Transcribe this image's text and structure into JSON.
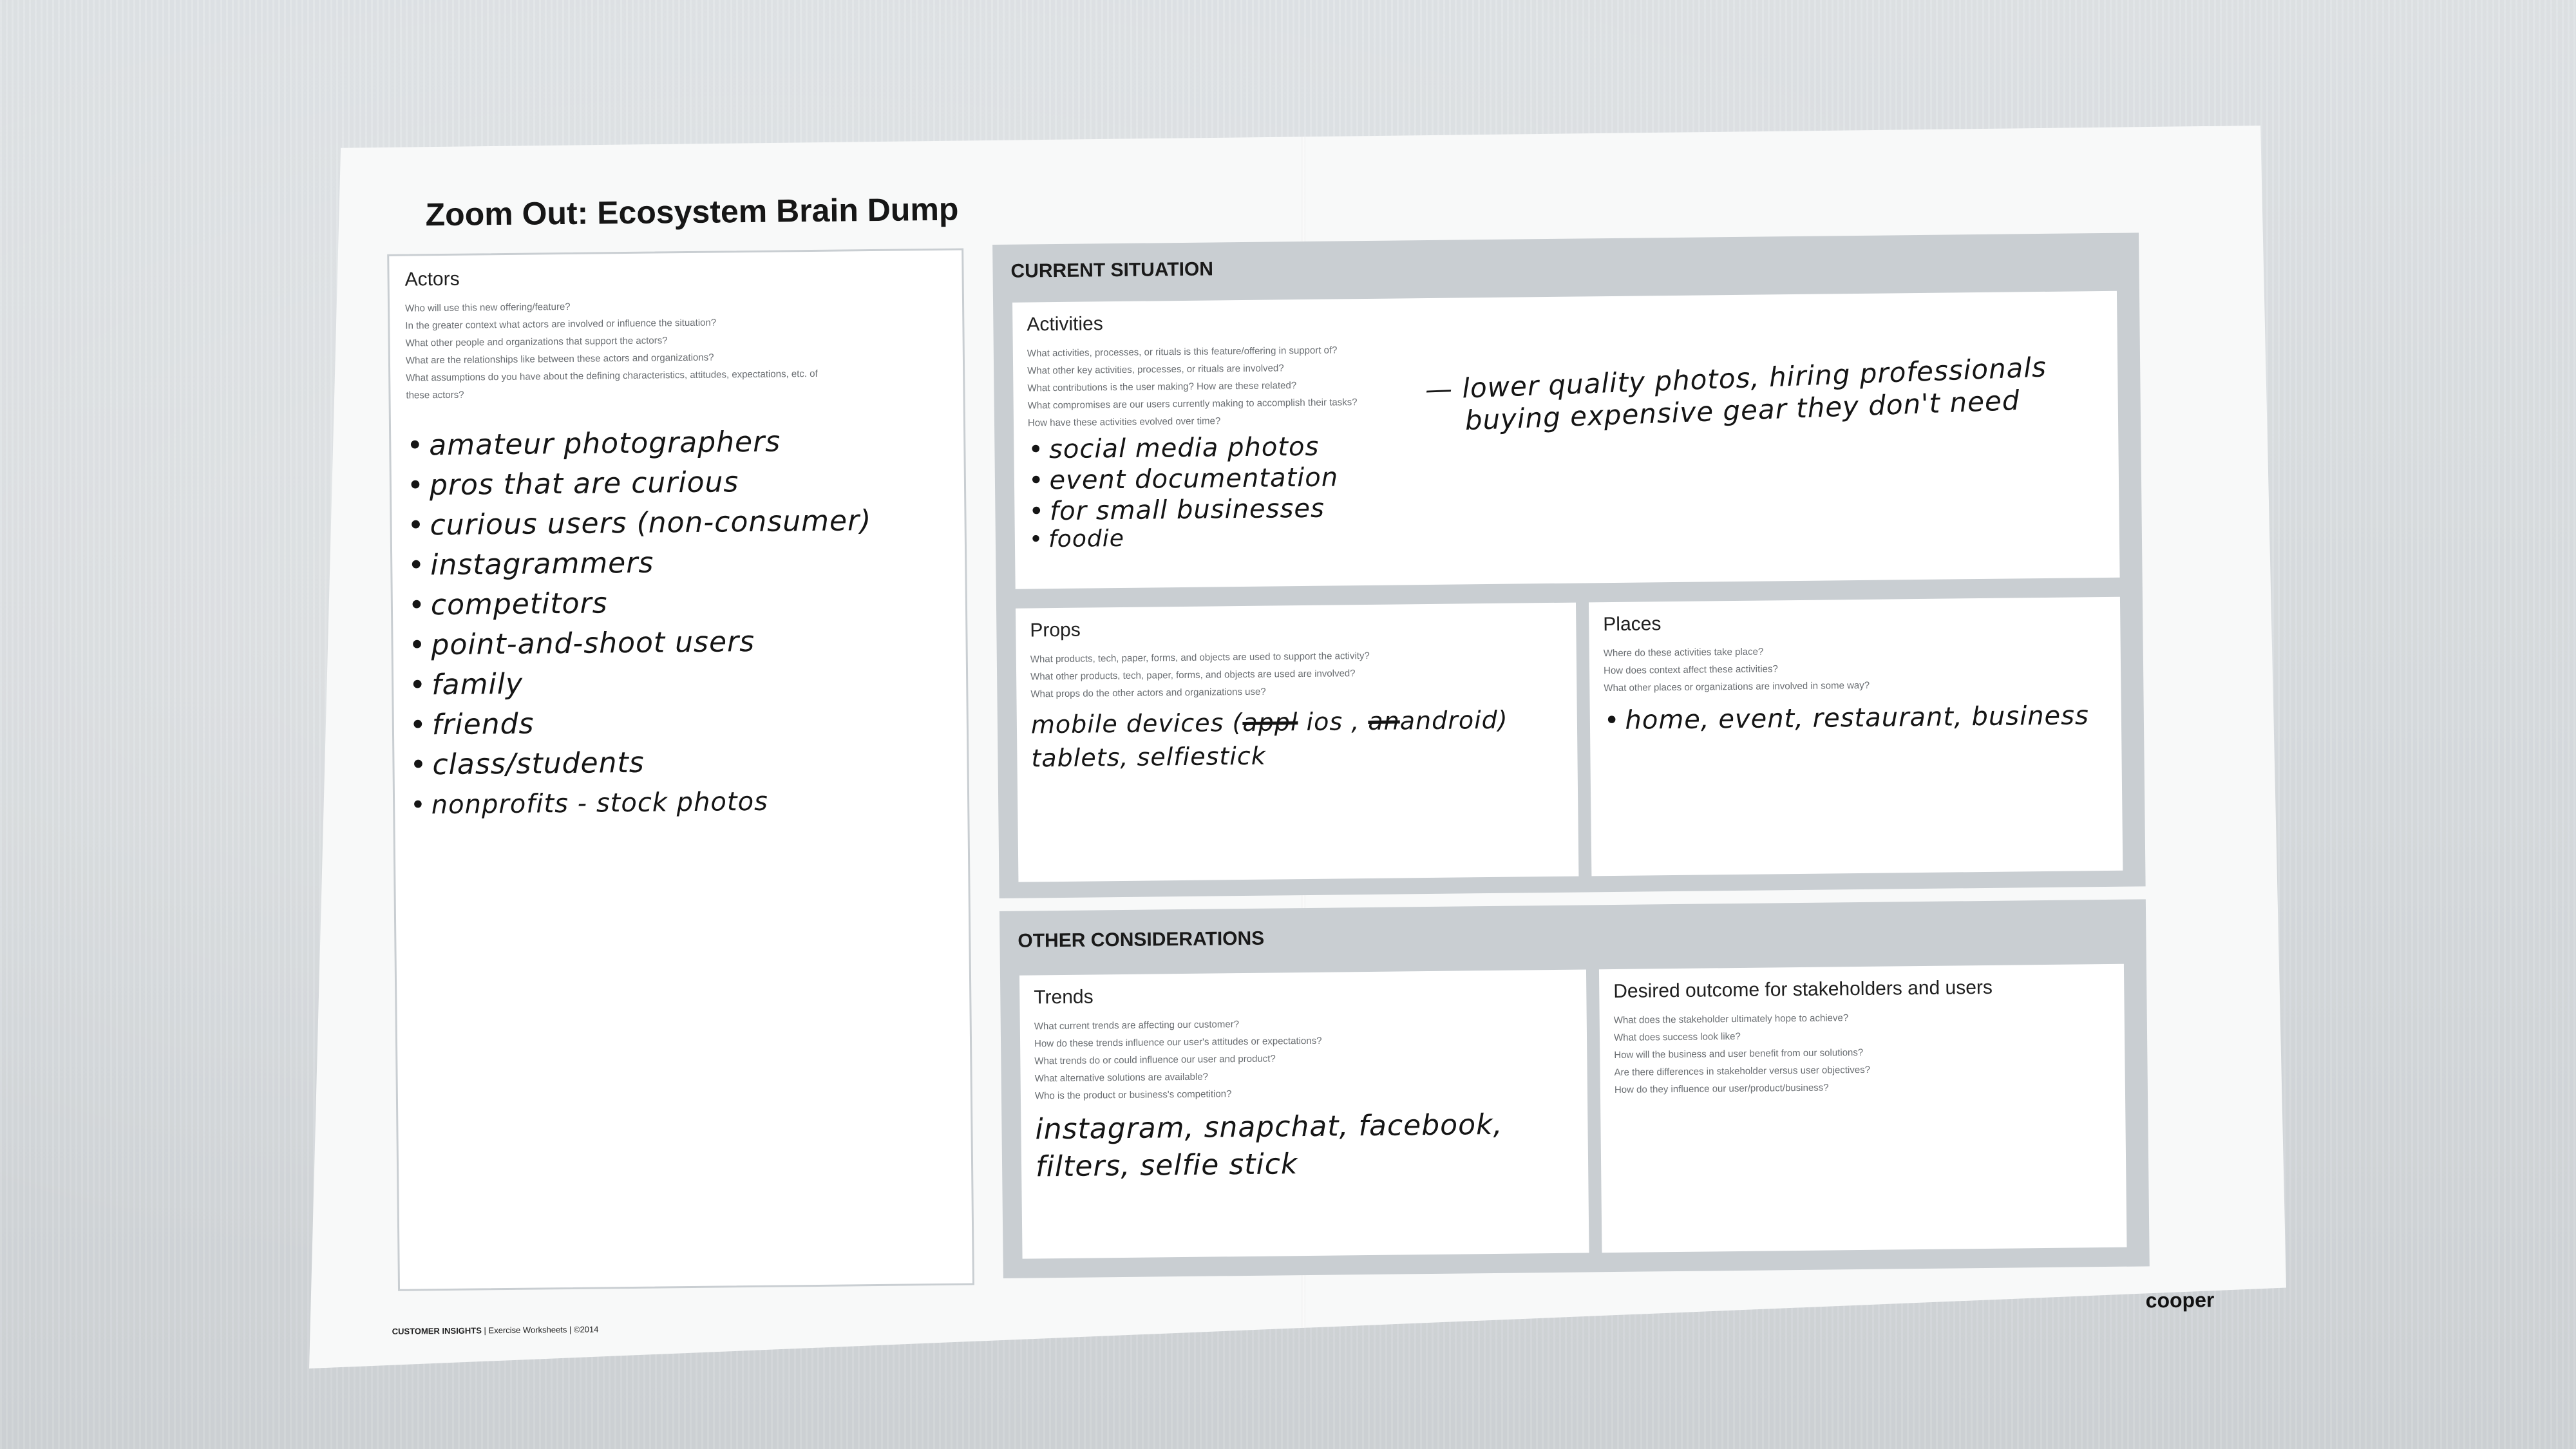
{
  "worksheet": {
    "title": "Zoom Out: Ecosystem Brain Dump",
    "footer": {
      "program": "CUSTOMER INSIGHTS",
      "series": "Exercise Worksheets | ©2014"
    },
    "brand": "cooper"
  },
  "actors": {
    "heading": "Actors",
    "questions": [
      "Who will use this new offering/feature?",
      "In the greater context what actors are involved or influence the situation?",
      "What other people and organizations that support the actors?",
      "What are the relationships like between these actors and organizations?",
      "What assumptions do you have about the defining characteristics, attitudes, expectations, etc. of these actors?"
    ],
    "notes": [
      "amateur photographers",
      "pros that are curious",
      "curious users (non-consumer)",
      "instagrammers",
      "competitors",
      "point-and-shoot users",
      "family",
      "friends",
      "class/students",
      "nonprofits - stock photos"
    ]
  },
  "current_situation": {
    "heading": "CURRENT SITUATION",
    "activities": {
      "heading": "Activities",
      "questions": [
        "What activities, processes, or rituals is this feature/offering in support of?",
        "What other key activities, processes, or rituals are involved?",
        "What contributions is the user making? How are these related?",
        "What compromises are our users currently making to accomplish their tasks?",
        "How have these activities evolved over time?"
      ],
      "side_note_line1": "— lower quality photos, hiring professionals",
      "side_note_line2": "buying expensive gear they don't need",
      "notes": [
        "social media photos",
        "event documentation",
        "for small businesses",
        "foodie"
      ]
    },
    "props": {
      "heading": "Props",
      "questions": [
        "What products, tech, paper, forms, and objects are used to support the activity?",
        "What other products, tech, paper, forms, and objects are used are involved?",
        "What props do the other actors and organizations use?"
      ],
      "note_line1_pre": "mobile devices (",
      "note_line1_strike": "appl",
      "note_line1_mid": " ios , ",
      "note_line1_strike2": "an",
      "note_line1_post": "android)",
      "note_line2": "tablets, selfiestick"
    },
    "places": {
      "heading": "Places",
      "questions": [
        "Where do these activities take place?",
        "How does context affect these activities?",
        "What other places or organizations are involved in some way?"
      ],
      "note": "home, event, restaurant, business"
    }
  },
  "other_considerations": {
    "heading": "OTHER CONSIDERATIONS",
    "trends": {
      "heading": "Trends",
      "questions": [
        "What current trends are affecting our customer?",
        "How do these trends influence our user's attitudes or expectations?",
        "What trends do or could influence our user and product?",
        "What alternative solutions are available?",
        "Who is the product or business's competition?"
      ],
      "note_line1": "instagram, snapchat, facebook,",
      "note_line2": "filters, selfie stick"
    },
    "outcome": {
      "heading": "Desired outcome for stakeholders and users",
      "questions": [
        "What does the stakeholder ultimately hope to achieve?",
        "What does success look like?",
        "How will the business and user benefit from our solutions?",
        "Are there differences in stakeholder versus user objectives?",
        "How do they influence our user/product/business?"
      ]
    }
  }
}
